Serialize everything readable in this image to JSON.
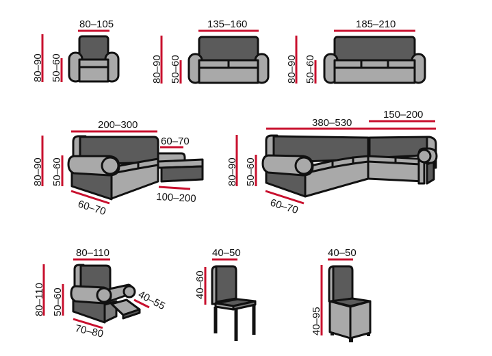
{
  "colors": {
    "dimension_line": "#c8102e",
    "cover_dark": "#5b5b5b",
    "cover_light": "#a9a9a9",
    "outline": "#111111",
    "background": "#ffffff"
  },
  "items": {
    "armchair": {
      "width": "80–105",
      "height_total": "80–90",
      "height_seat": "50–60"
    },
    "sofa_2": {
      "width": "135–160",
      "height_total": "80–90",
      "height_seat": "50–60"
    },
    "sofa_3": {
      "width": "185–210",
      "height_total": "80–90",
      "height_seat": "50–60"
    },
    "corner_chaise": {
      "width": "200–300",
      "chaise_width": "60–70",
      "chaise_length": "100–200",
      "depth": "60–70",
      "height_total": "80–90",
      "height_seat": "50–60"
    },
    "corner_sofa": {
      "width_total": "380–530",
      "width_short": "150–200",
      "depth": "60–70",
      "height_total": "80–90",
      "height_seat": "50–60"
    },
    "recliner": {
      "width": "80–110",
      "footrest": "40–55",
      "depth": "70–80",
      "height_total": "80–110",
      "height_seat": "50–60"
    },
    "chair": {
      "width": "40–50",
      "back_height": "40–60"
    },
    "chair_full": {
      "width": "40–50",
      "height": "40–95"
    }
  }
}
